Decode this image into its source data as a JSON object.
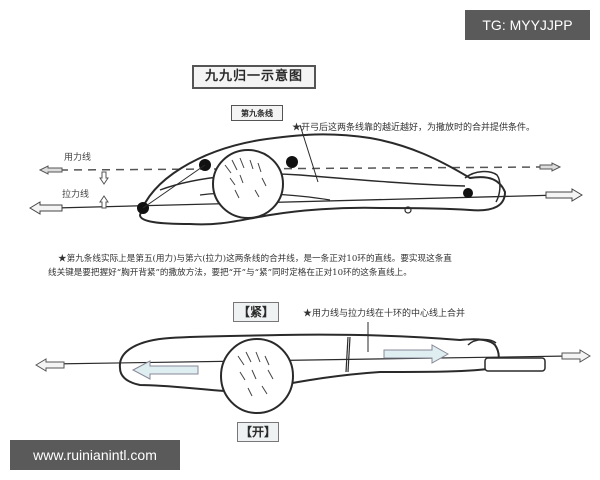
{
  "watermarks": {
    "top_right": "TG: MYYJJPP",
    "bottom_left": "www.ruinianintl.com"
  },
  "diagram": {
    "title": "九九归一示意图",
    "subtitle": "第九条线",
    "top_note": "★开弓后这两条线靠的越近越好，为撒放时的合并提供条件。",
    "line_labels": {
      "force_line": "用力线",
      "pull_line": "拉力线"
    },
    "middle_note": {
      "line1": "★第九条线实际上是第五(用力)与第六(拉力)这两条线的合并线，是一条正对10环的直线。要实现这条直",
      "line2": "线关键是要把握好“胸开背紧”的撒放方法，要把“开”与“紧”同时定格在正对10环的这条直线上。"
    },
    "tight_label": "【紧】",
    "open_label": "【开】",
    "bottom_note": "★用力线与拉力线在十环的中心线上合并"
  },
  "colors": {
    "line": "#2a2a2a",
    "arrow_fill": "#dfeef0",
    "watermark_bg": "#5a5a5a"
  }
}
